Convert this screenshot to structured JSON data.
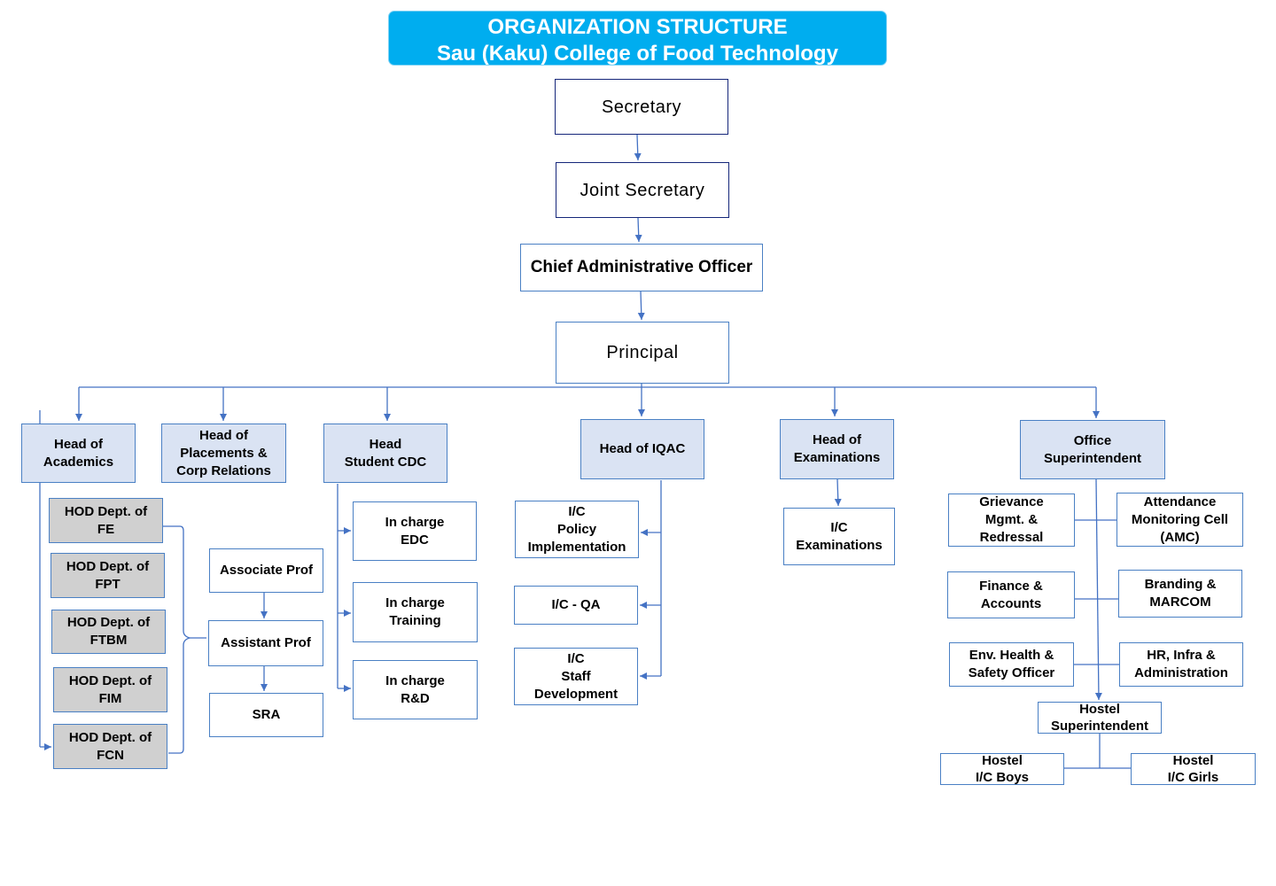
{
  "title": {
    "line1": "ORGANIZATION STRUCTURE",
    "line2": "Sau (Kaku) College of Food Technology"
  },
  "top_chain": {
    "secretary": "Secretary",
    "joint_secretary": "Joint Secretary",
    "cao": "Chief Administrative Officer",
    "principal": "Principal"
  },
  "heads": {
    "academics": "Head of\nAcademics",
    "placements": "Head of\nPlacements &\nCorp Relations",
    "student_cdc": "Head\nStudent CDC",
    "iqac": "Head of IQAC",
    "examinations": "Head of\nExaminations",
    "office_superintendent": "Office\nSuperintendent"
  },
  "academics": {
    "hods": [
      "HOD Dept. of\nFE",
      "HOD Dept. of\nFPT",
      "HOD Dept. of\nFTBM",
      "HOD Dept. of\nFIM",
      "HOD Dept. of\nFCN"
    ],
    "faculty": [
      "Associate Prof",
      "Assistant  Prof",
      "SRA"
    ]
  },
  "student_cdc": {
    "items": [
      "In charge\nEDC",
      "In charge\nTraining",
      "In charge\nR&D"
    ]
  },
  "iqac": {
    "items": [
      "I/C\nPolicy\nImplementation",
      "I/C - QA",
      "I/C\nStaff\nDevelopment"
    ]
  },
  "examinations": {
    "item": "I/C\nExaminations"
  },
  "office": {
    "left": [
      "Grievance\nMgmt. &\nRedressal",
      "Finance &\nAccounts",
      "Env. Health &\nSafety Officer"
    ],
    "right": [
      "Attendance\nMonitoring Cell\n(AMC)",
      "Branding &\nMARCOM",
      "HR, Infra &\nAdministration"
    ],
    "hostel": "Hostel\nSuperintendent",
    "hostel_boys": "Hostel\nI/C Boys",
    "hostel_girls": "Hostel\nI/C Girls"
  },
  "colors": {
    "banner": "#00adef",
    "head_fill": "#dae3f3",
    "hod_fill": "#d0d0d0",
    "border": "#4a80c4",
    "top_border": "#15267a",
    "line": "#4472c4"
  }
}
